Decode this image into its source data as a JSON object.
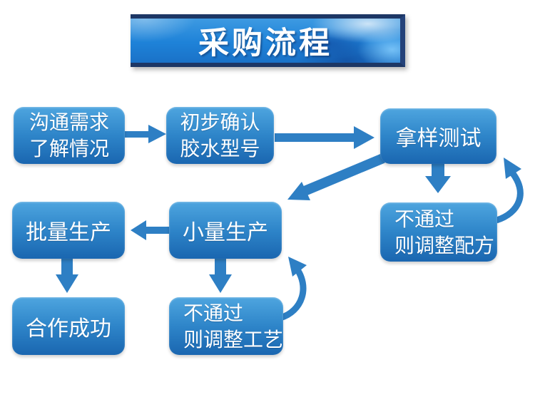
{
  "title": {
    "text": "采购流程"
  },
  "colors": {
    "box_gradient_top": "#4ea5df",
    "box_gradient_bottom": "#1a66b0",
    "arrow": "#2e7fc4",
    "banner_background": "#1e82d8",
    "banner_band": "#1d3765",
    "text": "#ffffff"
  },
  "nodes": [
    {
      "id": "communicate-needs",
      "lines": [
        "沟通需求",
        "了解情况"
      ]
    },
    {
      "id": "confirm-glue-model",
      "lines": [
        "初步确认",
        "胶水型号"
      ]
    },
    {
      "id": "sample-test",
      "lines": [
        "拿样测试"
      ]
    },
    {
      "id": "fail-adjust-formula",
      "lines": [
        "不通过",
        "则调整配方"
      ]
    },
    {
      "id": "small-batch",
      "lines": [
        "小量生产"
      ]
    },
    {
      "id": "mass-production",
      "lines": [
        "批量生产"
      ]
    },
    {
      "id": "cooperation-success",
      "lines": [
        "合作成功"
      ]
    },
    {
      "id": "fail-adjust-process",
      "lines": [
        "不通过",
        "则调整工艺"
      ]
    }
  ],
  "edges": [
    {
      "from": "communicate-needs",
      "to": "confirm-glue-model",
      "style": "straight-right"
    },
    {
      "from": "confirm-glue-model",
      "to": "sample-test",
      "style": "straight-right"
    },
    {
      "from": "sample-test",
      "to": "fail-adjust-formula",
      "style": "straight-down"
    },
    {
      "from": "sample-test",
      "to": "small-batch",
      "style": "diagonal-down-left"
    },
    {
      "from": "fail-adjust-formula",
      "to": "sample-test",
      "style": "curved-up"
    },
    {
      "from": "small-batch",
      "to": "mass-production",
      "style": "straight-left"
    },
    {
      "from": "mass-production",
      "to": "cooperation-success",
      "style": "straight-down"
    },
    {
      "from": "small-batch",
      "to": "fail-adjust-process",
      "style": "straight-down"
    },
    {
      "from": "fail-adjust-process",
      "to": "small-batch",
      "style": "curved-up"
    }
  ]
}
